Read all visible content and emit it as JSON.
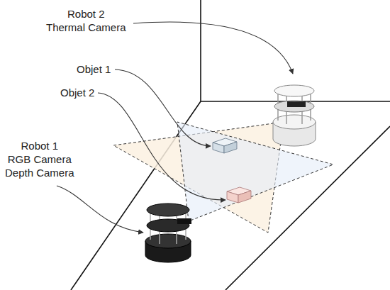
{
  "diagram": {
    "labels": [
      "Robot 2 Thermal Camera",
      "Objet 1",
      "Objet 2",
      "Robot 1 RGB Camera Depth Camera"
    ]
  }
}
